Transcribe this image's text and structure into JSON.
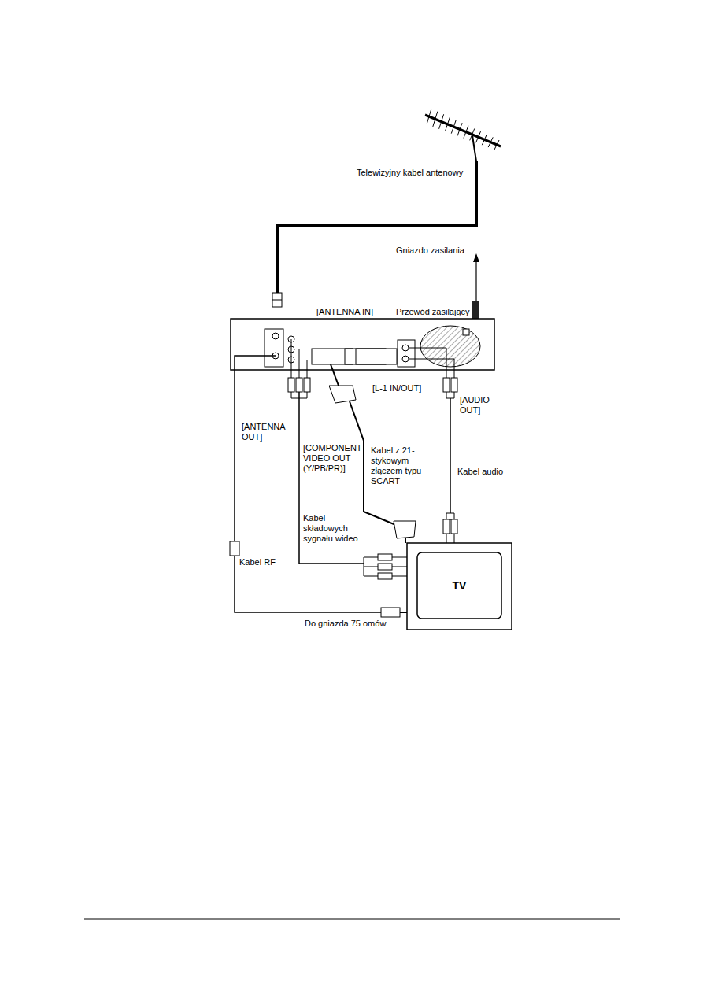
{
  "diagram": {
    "nodes": [
      {
        "text": [
          "TV"
        ]
      }
    ],
    "labels": [
      "Telewizyjny kabel antenowy",
      "Gniazdo zasilania",
      "[ANTENNA IN]",
      "Przewód zasilający",
      "[L-1 IN/OUT]",
      "[AUDIO OUT]",
      "[ANTENNA OUT]",
      "[COMPONENT VIDEO OUT (Y/PB/PR)]",
      "Kabel z 21-stykowym złączem typu SCART",
      "Kabel audio",
      "Kabel składowych sygnału wideo",
      "Kabel RF",
      "Do gniazda 75 omów"
    ]
  }
}
